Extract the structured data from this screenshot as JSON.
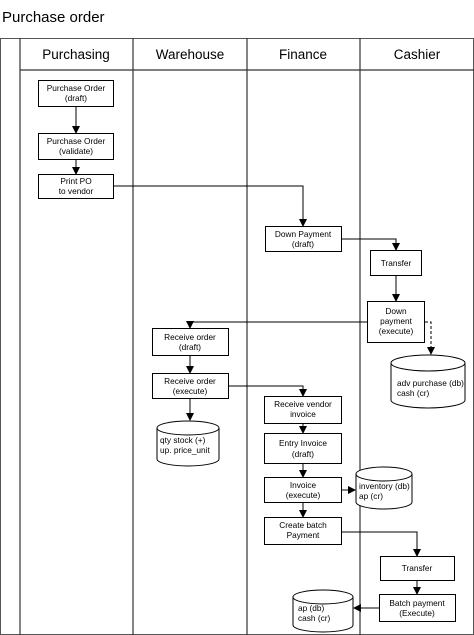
{
  "title": "Purchase order",
  "lanes": [
    "Purchasing",
    "Warehouse",
    "Finance",
    "Cashier"
  ],
  "nodes": {
    "po_draft": [
      "Purchase Order",
      "(draft)"
    ],
    "po_validate": [
      "Purchase Order",
      "(validate)"
    ],
    "print_po": [
      "Print PO",
      "to vendor"
    ],
    "down_payment_draft": [
      "Down Payment",
      "(draft)"
    ],
    "transfer1": [
      "Transfer"
    ],
    "down_payment_execute": [
      "Down",
      "payment",
      "(execute)"
    ],
    "db_adv": [
      "adv purchase (db)",
      "cash (cr)"
    ],
    "receive_order_draft": [
      "Receive order",
      "(draft)"
    ],
    "receive_order_execute": [
      "Receive order",
      "(execute)"
    ],
    "db_stock": [
      "qty stock (+)",
      "up. price_unit"
    ],
    "receive_vendor_invoice": [
      "Receive vendor",
      "invoice"
    ],
    "entry_invoice": [
      "Entry Invoice",
      "(draft)"
    ],
    "invoice_execute": [
      "Invoice",
      "(execute)"
    ],
    "db_inventory": [
      "inventory (db)",
      "ap (cr)"
    ],
    "create_batch": [
      "Create batch",
      "Payment"
    ],
    "transfer2": [
      "Transfer"
    ],
    "batch_payment": [
      "Batch payment",
      "(Execute)"
    ],
    "db_ap": [
      "ap (db)",
      "cash (cr)"
    ]
  }
}
